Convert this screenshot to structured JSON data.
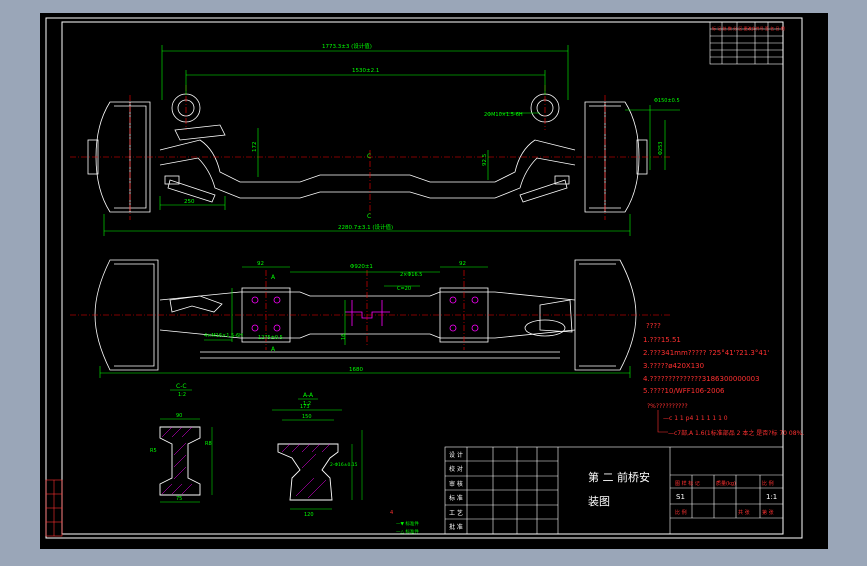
{
  "colors": {
    "background": "#9aa6b8",
    "canvas": "#000000",
    "frame": "#ffffff",
    "part": "#ffffff",
    "dimension": "#00ff00",
    "centerline": "#ff0000",
    "hatch": "#ff00ff",
    "text": "#ffffff",
    "note_red": "#ff3030",
    "yellow": "#ffff00"
  },
  "icons": [
    "drawing-frame",
    "front-axle-elevation",
    "front-axle-plan",
    "section-c-c",
    "section-a-a"
  ],
  "dims": {
    "top_overall": "1773.3±3 (设计值)",
    "top_kingpin": "1530±2.1",
    "bottom_overall": "2280.7±3.1 (设计值)",
    "left_h": "250",
    "mid_v": "172",
    "right_v": "92.5",
    "right_d1": "Φ150±0.5",
    "right_d2": "Φ253",
    "tie_rod_d": "2ΦM10×1.5-6H",
    "plan_overall": "1680",
    "plan_left": "92",
    "plan_center": "Φ920±1",
    "plan_right": "92",
    "plan_sprag": "2×Φ16.5",
    "plan_inner": "1275±0.5",
    "plan_thread": "4×M16×1.5-6H",
    "plan_dim2": "C=20",
    "plan_dim3": "16",
    "sec_c_w": "90",
    "sec_c_h1": "R5",
    "sec_c_h2": "R8",
    "sec_c_base": "75",
    "sec_a_w": "173",
    "sec_a_w2": "150",
    "sec_a_base": "120",
    "sec_a_note": "2-Φ16±0.15"
  },
  "labels": {
    "c_top": "C",
    "c_bottom": "C",
    "a_top": "A",
    "a_bottom": "A",
    "section_c_title": "C-C",
    "section_c_scale": "1:2",
    "section_a_title": "A-A",
    "section_a_scale": "1:2"
  },
  "notes": {
    "heading": "????",
    "lines": [
      "1.???15.51",
      "2.???341mm????? ?25°41'?21.3°41'",
      "3.?????ø420X130",
      "4.??????????????3186300000003",
      "5.????10/WFF106-2006"
    ],
    "marks": [
      "?%??????????",
      "—c 1 1 p4 1 1 1 1 1 0",
      "—c7部,A 1.6(1标准部品 2 本之 是否?标 70 08%."
    ],
    "small": [
      "4",
      "—▼ 标准件",
      "—△ 标准件"
    ]
  },
  "title_block": {
    "roles": [
      "设 计",
      "校 对",
      "审 核",
      "标 准",
      "工 艺",
      "批 准"
    ],
    "drawing_title_1": "第 二 前桥安",
    "drawing_title_2": "装图",
    "headers": [
      "图 样 标 记",
      "质量(kg)",
      "比 例"
    ],
    "values": [
      "S1",
      "",
      "1:1"
    ],
    "footer": [
      "共 张",
      "第 张"
    ],
    "sheet": "比 例"
  },
  "revision_table": {
    "header": "标 记 处 数 分 区 更改文件号 签 名 日 期"
  }
}
